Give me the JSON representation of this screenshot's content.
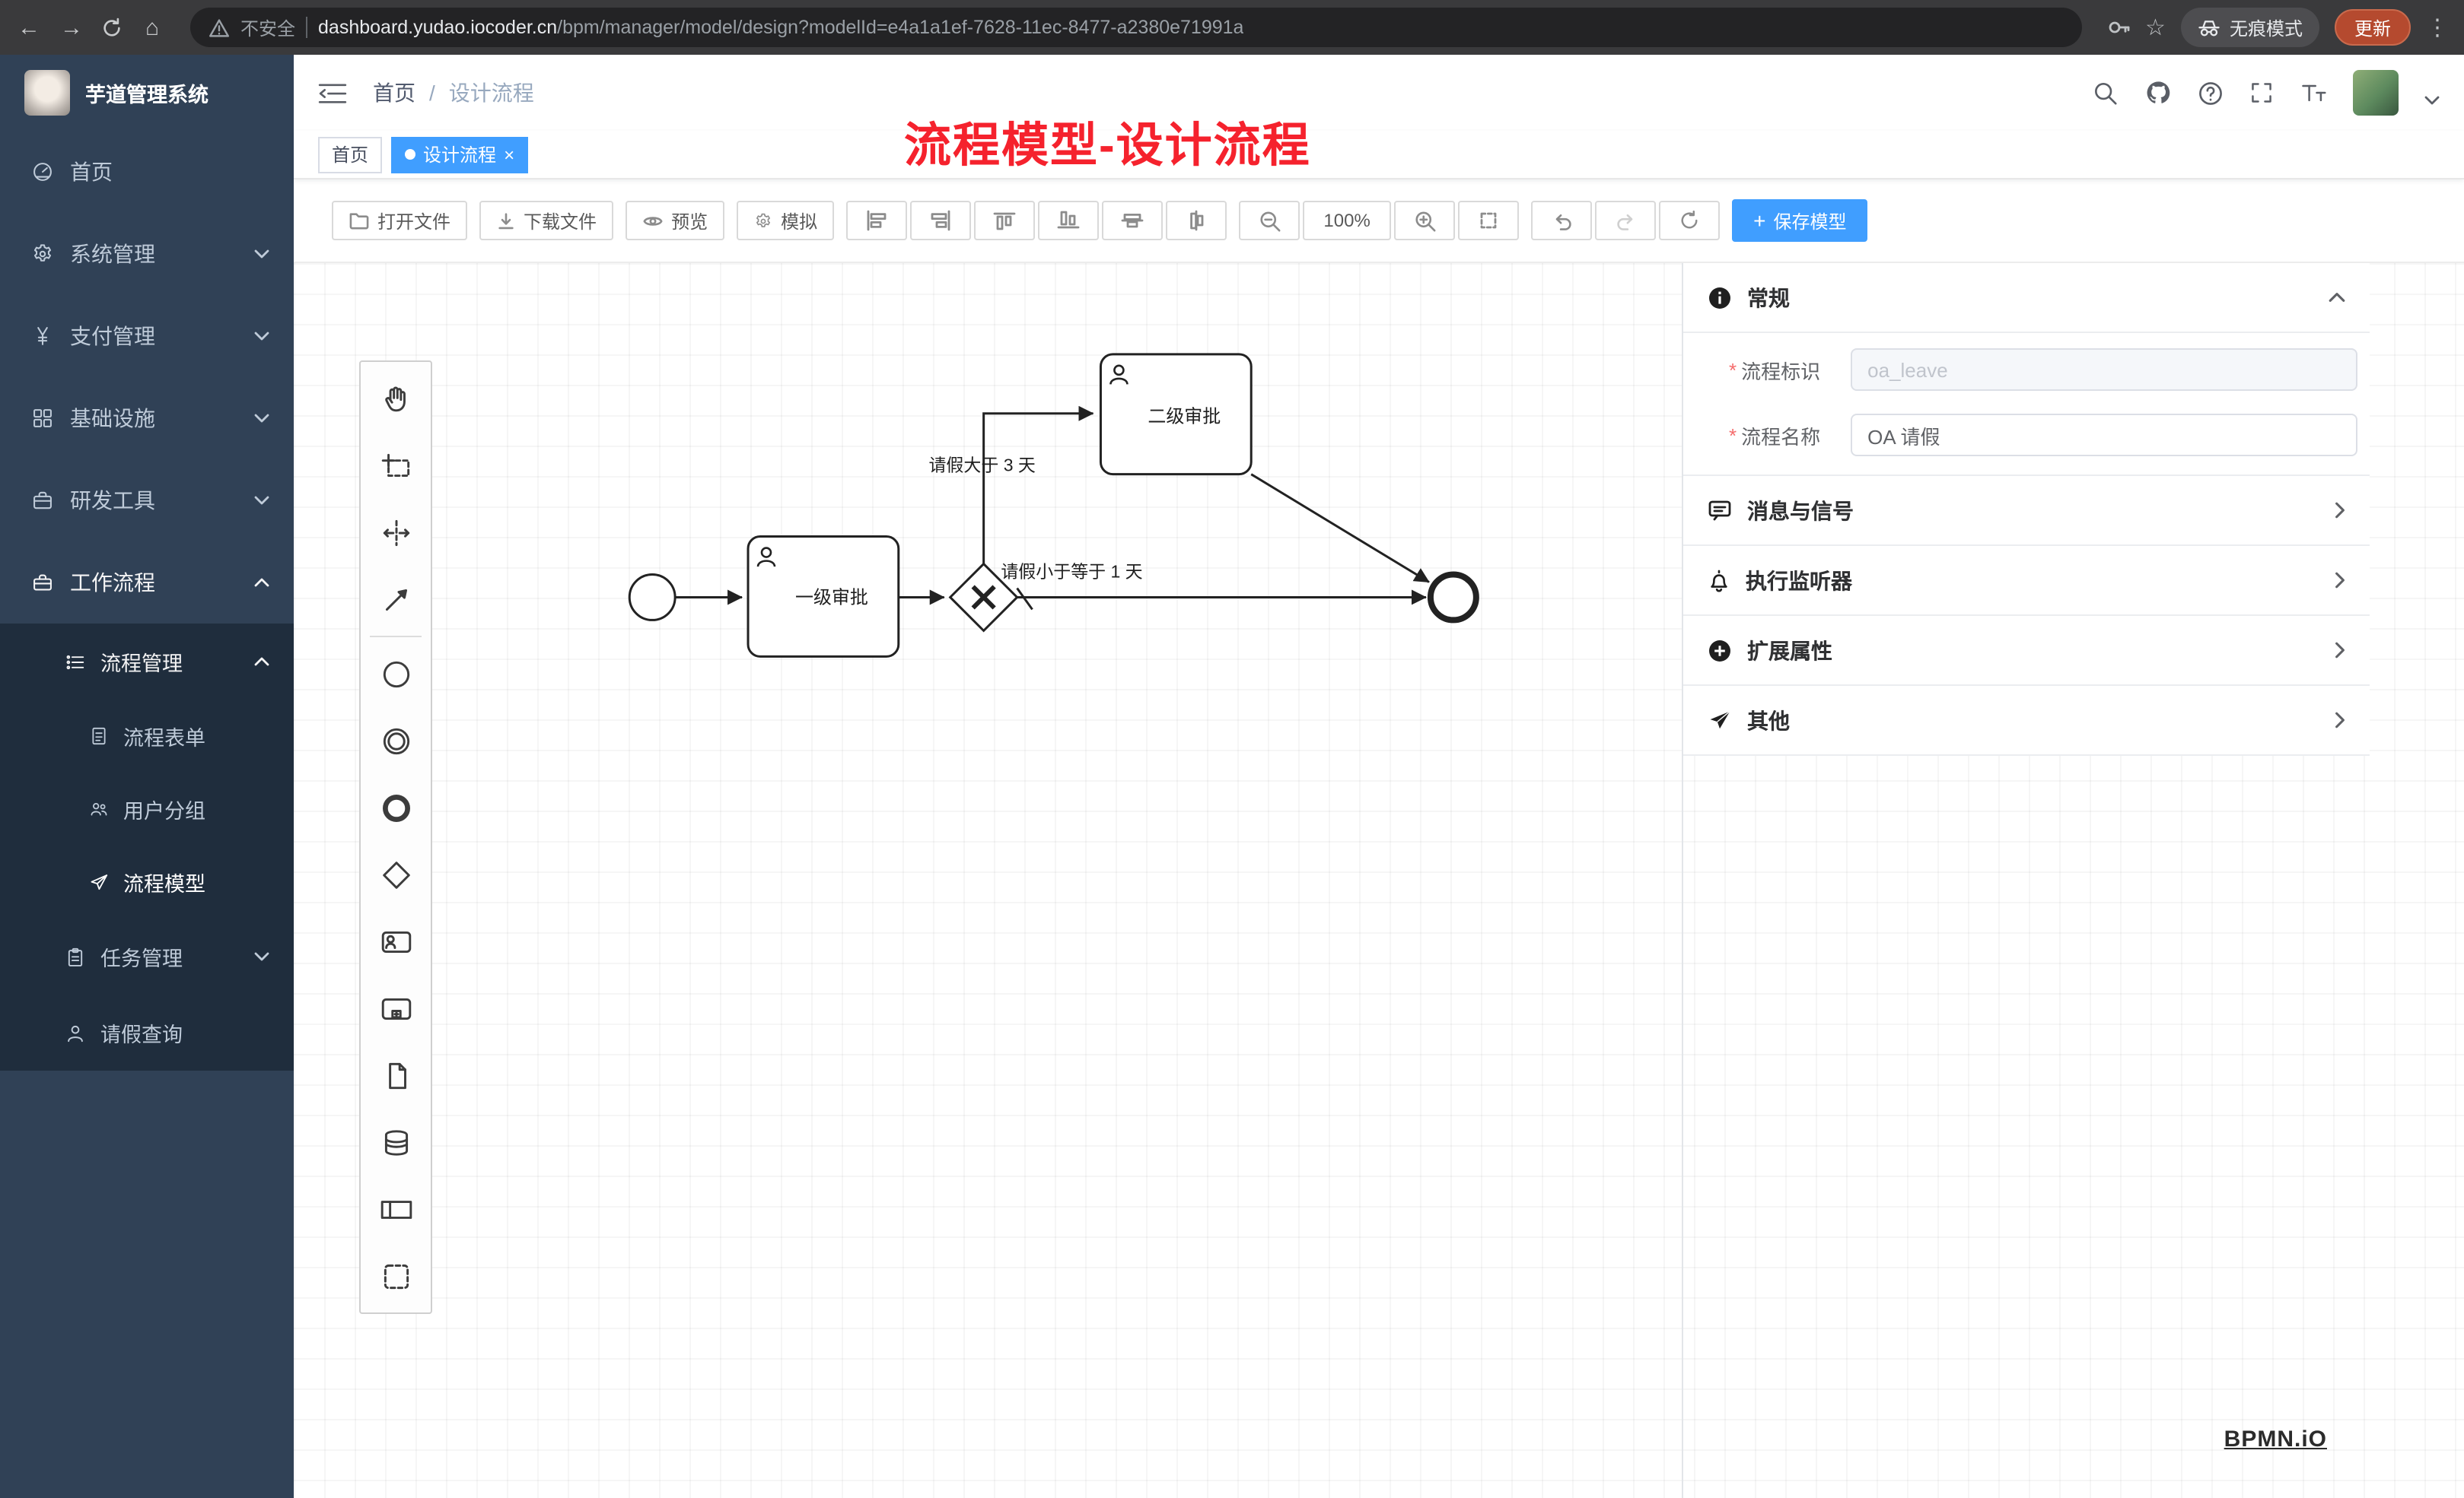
{
  "colors": {
    "sidebar_bg": "#304156",
    "sidebar_submenu_bg": "#1f2d3d",
    "accent_blue": "#409eff",
    "annotation_red": "#f5222d",
    "chrome_bg": "#3a3a3c",
    "update_button": "#b54a2f"
  },
  "browser": {
    "back": "←",
    "forward": "→",
    "home": "⌂",
    "security": "不安全",
    "url_domain": "dashboard.yudao.iocoder.cn",
    "url_path": "/bpm/manager/model/design?modelId=e4a1a1ef-7628-11ec-8477-a2380e71991a",
    "star": "☆",
    "incognito": "无痕模式",
    "update": "更新",
    "menu_dots": "⋮"
  },
  "sidebar": {
    "app_title": "芋道管理系统",
    "menu": [
      {
        "label": "首页"
      },
      {
        "label": "系统管理"
      },
      {
        "label": "支付管理"
      },
      {
        "label": "基础设施"
      },
      {
        "label": "研发工具"
      },
      {
        "label": "工作流程"
      }
    ],
    "process_group": "流程管理",
    "children": [
      {
        "label": "流程表单"
      },
      {
        "label": "用户分组"
      },
      {
        "label": "流程模型"
      }
    ],
    "task_group": "任务管理",
    "leave_item": "请假查询"
  },
  "navbar": {
    "breadcrumb_home": "首页",
    "breadcrumb_sep": "/",
    "breadcrumb_current": "设计流程"
  },
  "annotation": "流程模型-设计流程",
  "tags": {
    "home": "首页",
    "active": "设计流程",
    "close": "×"
  },
  "toolbar": {
    "open": "打开文件",
    "download": "下载文件",
    "preview": "预览",
    "simulate": "模拟",
    "zoom": "100%",
    "save_plus": "+",
    "save": "保存模型"
  },
  "diagram": {
    "task1": "一级审批",
    "task2": "二级审批",
    "cond_top": "请假大于 3 天",
    "cond_bottom": "请假小于等于 1 天",
    "watermark": "BPMN.iO"
  },
  "panel": {
    "general": "常规",
    "required_mark": "*",
    "process_key_label": "流程标识",
    "process_key_value": "oa_leave",
    "process_name_label": "流程名称",
    "process_name_value": "OA 请假",
    "sections": [
      {
        "label": "消息与信号"
      },
      {
        "label": "执行监听器"
      },
      {
        "label": "扩展属性"
      },
      {
        "label": "其他"
      }
    ]
  }
}
